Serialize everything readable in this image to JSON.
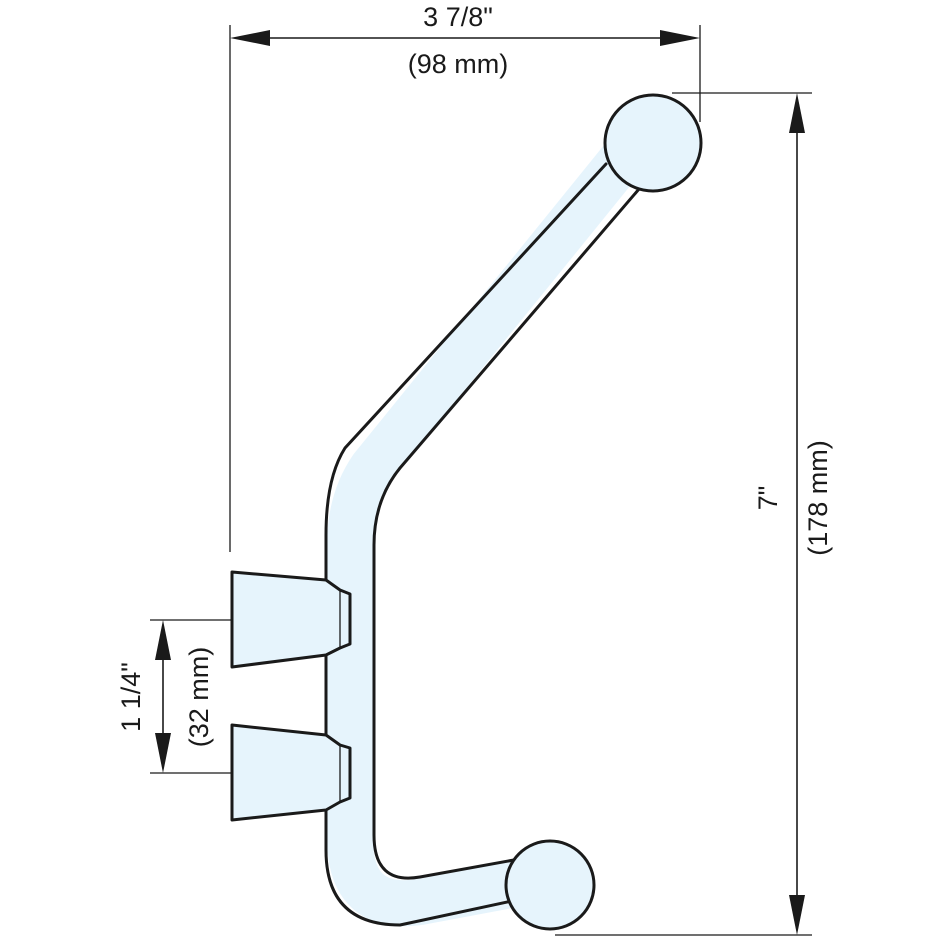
{
  "dimensions": {
    "width_imperial": "3 7/8\"",
    "width_metric": "(98 mm)",
    "height_imperial": "7\"",
    "height_metric": "(178 mm)",
    "spacing_imperial": "1 1/4\"",
    "spacing_metric": "(32 mm)"
  },
  "colors": {
    "fill": "#e6f4fc",
    "line": "#1a1a1a"
  }
}
